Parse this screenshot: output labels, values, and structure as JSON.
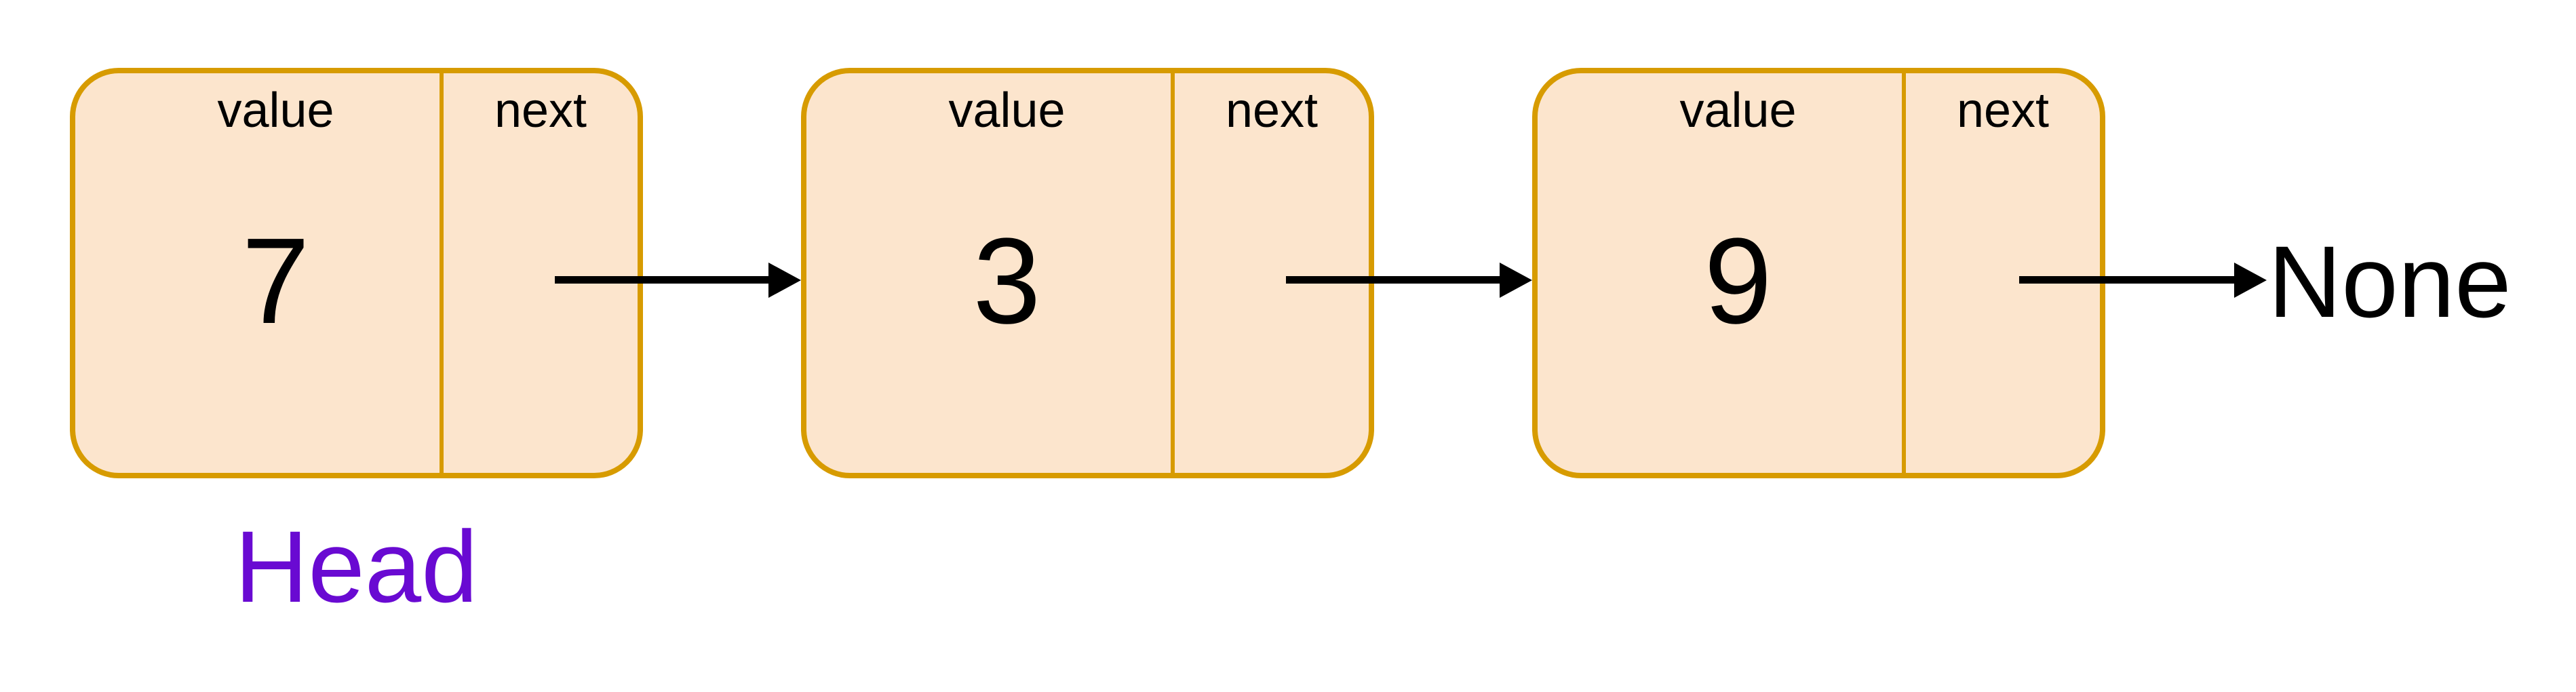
{
  "figure": {
    "list": {
      "head_pointer_label": "Head",
      "terminator_label": "None",
      "nodes": [
        {
          "value_field_label": "value",
          "next_field_label": "next",
          "value": "7",
          "next_points_to": "node 2"
        },
        {
          "value_field_label": "value",
          "next_field_label": "next",
          "value": "3",
          "next_points_to": "node 3"
        },
        {
          "value_field_label": "value",
          "next_field_label": "next",
          "value": "9",
          "next_points_to": "None"
        }
      ]
    },
    "colors": {
      "background": "#FFFFFF",
      "node_fill": "#FCE5CD",
      "node_border": "#D79B00",
      "divider": "#D79B00",
      "arrow": "#000000",
      "value_text": "#000000",
      "field_label_text": "#000000",
      "head_label": "#690AD2",
      "terminator_text": "#000000"
    }
  }
}
